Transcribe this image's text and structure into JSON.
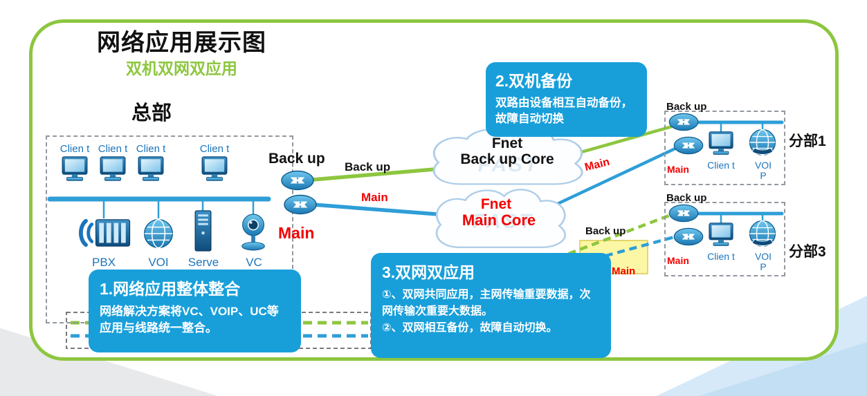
{
  "title": "网络应用展示图",
  "subtitle": "双机双网双应用",
  "hq": {
    "label": "总部",
    "client_labels": [
      "Clien t",
      "Clien t",
      "Clien t",
      "Clien t"
    ],
    "devices": {
      "pbx": "PBX",
      "voip": "VOI",
      "server": "Serve",
      "vc": "VC"
    },
    "router_backup_label": "Back up",
    "router_main_label": "Main"
  },
  "links": {
    "hq_backup": "Back up",
    "hq_main": "Main",
    "branch1_main": "Main",
    "branch3_backup": "Back up",
    "branch3_main": "Main"
  },
  "clouds": {
    "backup": {
      "name": "Fnet",
      "core": "Back up Core",
      "watermark": "FAST"
    },
    "main": {
      "name": "Fnet",
      "core": "Main Core",
      "watermark": "FAST"
    }
  },
  "branch1": {
    "label": "分部1",
    "backup_label": "Back up",
    "main_label": "Main",
    "client_label": "Clien t",
    "voip_label": "VOI P"
  },
  "branch3": {
    "label": "分部3",
    "backup_label": "Back up",
    "main_label": "Main",
    "client_label": "Clien t",
    "voip_label": "VOI P"
  },
  "callouts": {
    "integration": {
      "title": "1.网络应用整体整合",
      "body": "网络解决方案将VC、VOIP、UC等应用与线路统一整合。"
    },
    "backup": {
      "title": "2.双机备份",
      "body": "双路由设备相互自动备份，故障自动切换"
    },
    "dualnet": {
      "title": "3.双网双应用",
      "line1": "①、双网共同应用，主网传输重要数据，次网传输次重要大数据。",
      "line2": "②、双网相互备份，故障自动切换。"
    }
  },
  "colors": {
    "frame_green": "#8DC63F",
    "line_blue": "#2E9ED7",
    "callout_blue": "#189FDA",
    "accent_red": "#F30000",
    "label_blue": "#1B75BC"
  }
}
